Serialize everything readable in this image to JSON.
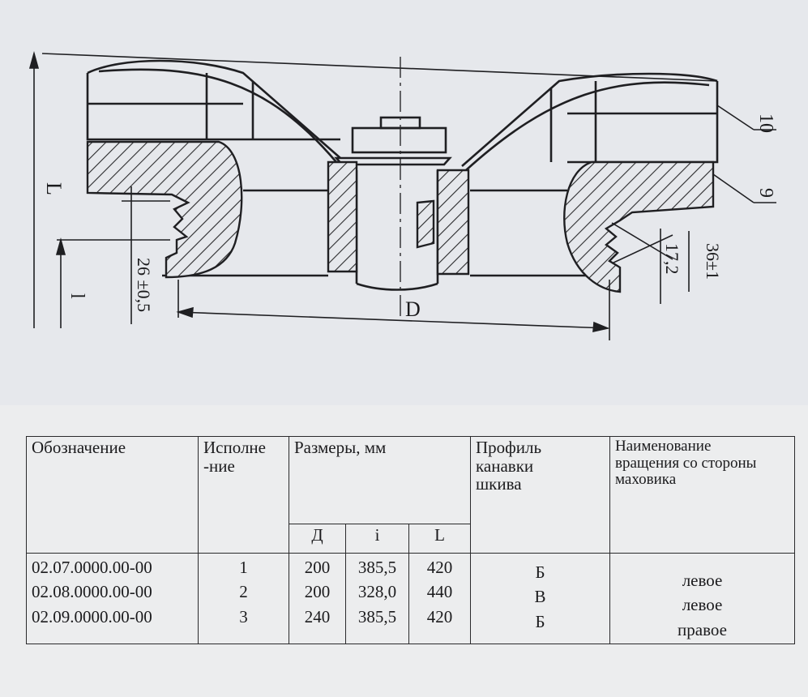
{
  "drawing": {
    "labels": {
      "L_left": "L",
      "l_small": "l",
      "D": "D",
      "dim_26": "26 ±0,5",
      "dim_17": "17,2",
      "dim_36": "36±1",
      "callout_10": "10",
      "callout_9": "9"
    }
  },
  "table": {
    "headers": {
      "designation": "Обозначение",
      "variant_line1": "Исполне",
      "variant_line2": "-ние",
      "dimensions": "Размеры, мм",
      "profile_line1": "Профиль",
      "profile_line2": "канавки",
      "profile_line3": "шкива",
      "rotation_line1": "Наименование",
      "rotation_line2": "вращения со стороны",
      "rotation_line3": "маховика",
      "sub_D": "Д",
      "sub_i": "i",
      "sub_L": "L"
    },
    "rows": [
      {
        "designation": "02.07.0000.00-00",
        "variant": "1",
        "D": "200",
        "i": "385,5",
        "L": "420",
        "profile": "Б",
        "rotation": "левое"
      },
      {
        "designation": "02.08.0000.00-00",
        "variant": "2",
        "D": "200",
        "i": "328,0",
        "L": "440",
        "profile": "В",
        "rotation": "левое"
      },
      {
        "designation": "02.09.0000.00-00",
        "variant": "3",
        "D": "240",
        "i": "385,5",
        "L": "420",
        "profile": "Б",
        "rotation": "правое"
      }
    ]
  }
}
